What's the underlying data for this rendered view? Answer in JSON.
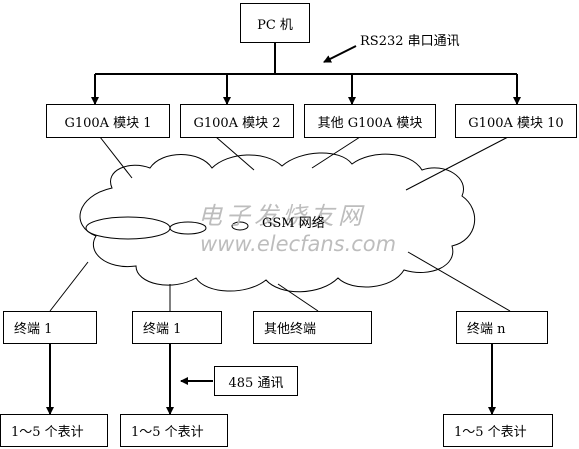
{
  "pc": "PC 机",
  "rs232_label": "RS232 串口通讯",
  "modules": [
    "G100A 模块 1",
    "G100A 模块 2",
    "其他 G100A 模块",
    "G100A 模块 10"
  ],
  "network_label": "GSM 网络",
  "terminals": [
    "终端 1",
    "终端 1",
    "其他终端",
    "终端 n"
  ],
  "rs485_label": "485 通讯",
  "meters": [
    "1～5 个表计",
    "1～5 个表计",
    "1～5 个表计"
  ],
  "watermark": {
    "line1": "电子发烧友网",
    "line2": "www.elecfans.com"
  }
}
